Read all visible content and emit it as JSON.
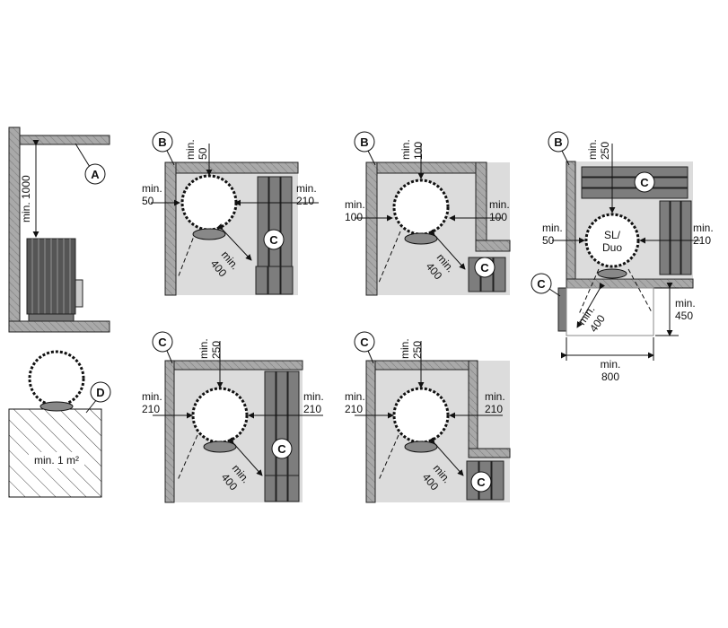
{
  "colors": {
    "floor": "#dcdcdc",
    "wall": "#a9a9a9",
    "bench": "#7d7d7d",
    "stroke": "#222222"
  },
  "labels": {
    "A": "A",
    "B": "B",
    "C": "C",
    "D": "D",
    "min_1000": "min. 1000",
    "area": "min. 1 m²",
    "p1_top_a": "min.",
    "p1_top_b": "50",
    "p1_left_a": "min.",
    "p1_left_b": "50",
    "p1_right_a": "min.",
    "p1_right_b": "210",
    "p1_diag_a": "min.",
    "p1_diag_b": "400",
    "p2_top_a": "min.",
    "p2_top_b": "100",
    "p2_left_a": "min.",
    "p2_left_b": "100",
    "p2_right_a": "min.",
    "p2_right_b": "100",
    "p2_diag_a": "min.",
    "p2_diag_b": "400",
    "p3_top_a": "min.",
    "p3_top_b": "250",
    "p3_left_a": "min.",
    "p3_left_b": "50",
    "p3_right_a": "min.",
    "p3_right_b": "210",
    "p3_diag_a": "min.",
    "p3_diag_b": "400",
    "p3_depth_a": "min.",
    "p3_depth_b": "450",
    "p3_width_a": "min.",
    "p3_width_b": "800",
    "sl_a": "SL/",
    "sl_b": "Duo",
    "p4_top_a": "min.",
    "p4_top_b": "250",
    "p4_left_a": "min.",
    "p4_left_b": "210",
    "p4_right_a": "min.",
    "p4_right_b": "210",
    "p4_diag_a": "min.",
    "p4_diag_b": "400",
    "p5_top_a": "min.",
    "p5_top_b": "250",
    "p5_left_a": "min.",
    "p5_left_b": "210",
    "p5_right_a": "min.",
    "p5_right_b": "210",
    "p5_diag_a": "min.",
    "p5_diag_b": "400"
  }
}
